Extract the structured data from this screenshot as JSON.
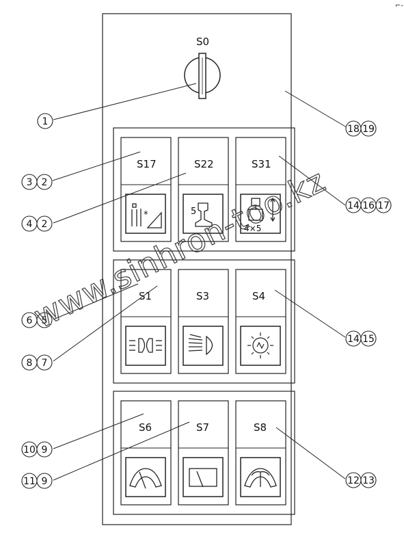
{
  "watermark": "www.sinhron-too.kz",
  "corner_mark": "⌐-",
  "key_switch": {
    "label": "S0"
  },
  "groups": [
    {
      "buttons": [
        {
          "label": "S17",
          "icon": "seat-adjust-icon"
        },
        {
          "label": "S22",
          "icon": "rail-profile-icon",
          "icon_text": "5"
        },
        {
          "label": "S31",
          "icon": "lift-arrow-icon",
          "icon_text": "4×5"
        }
      ]
    },
    {
      "buttons": [
        {
          "label": "S1",
          "icon": "parking-light-icon"
        },
        {
          "label": "S3",
          "icon": "headlight-icon"
        },
        {
          "label": "S4",
          "icon": "work-light-icon"
        }
      ]
    },
    {
      "buttons": [
        {
          "label": "S6",
          "icon": "front-wiper-icon"
        },
        {
          "label": "S7",
          "icon": "rear-window-icon"
        },
        {
          "label": "S8",
          "icon": "washer-wiper-icon"
        }
      ]
    }
  ],
  "callouts": [
    {
      "circles": [
        "1"
      ]
    },
    {
      "circles": [
        "18",
        "19"
      ]
    },
    {
      "circles": [
        "3",
        "2"
      ]
    },
    {
      "circles": [
        "4",
        "2"
      ]
    },
    {
      "circles": [
        "14",
        "16",
        "17"
      ]
    },
    {
      "circles": [
        "6",
        "5"
      ]
    },
    {
      "circles": [
        "8",
        "7"
      ]
    },
    {
      "circles": [
        "14",
        "15"
      ]
    },
    {
      "circles": [
        "10",
        "9"
      ]
    },
    {
      "circles": [
        "11",
        "9"
      ]
    },
    {
      "circles": [
        "12",
        "13"
      ]
    }
  ]
}
